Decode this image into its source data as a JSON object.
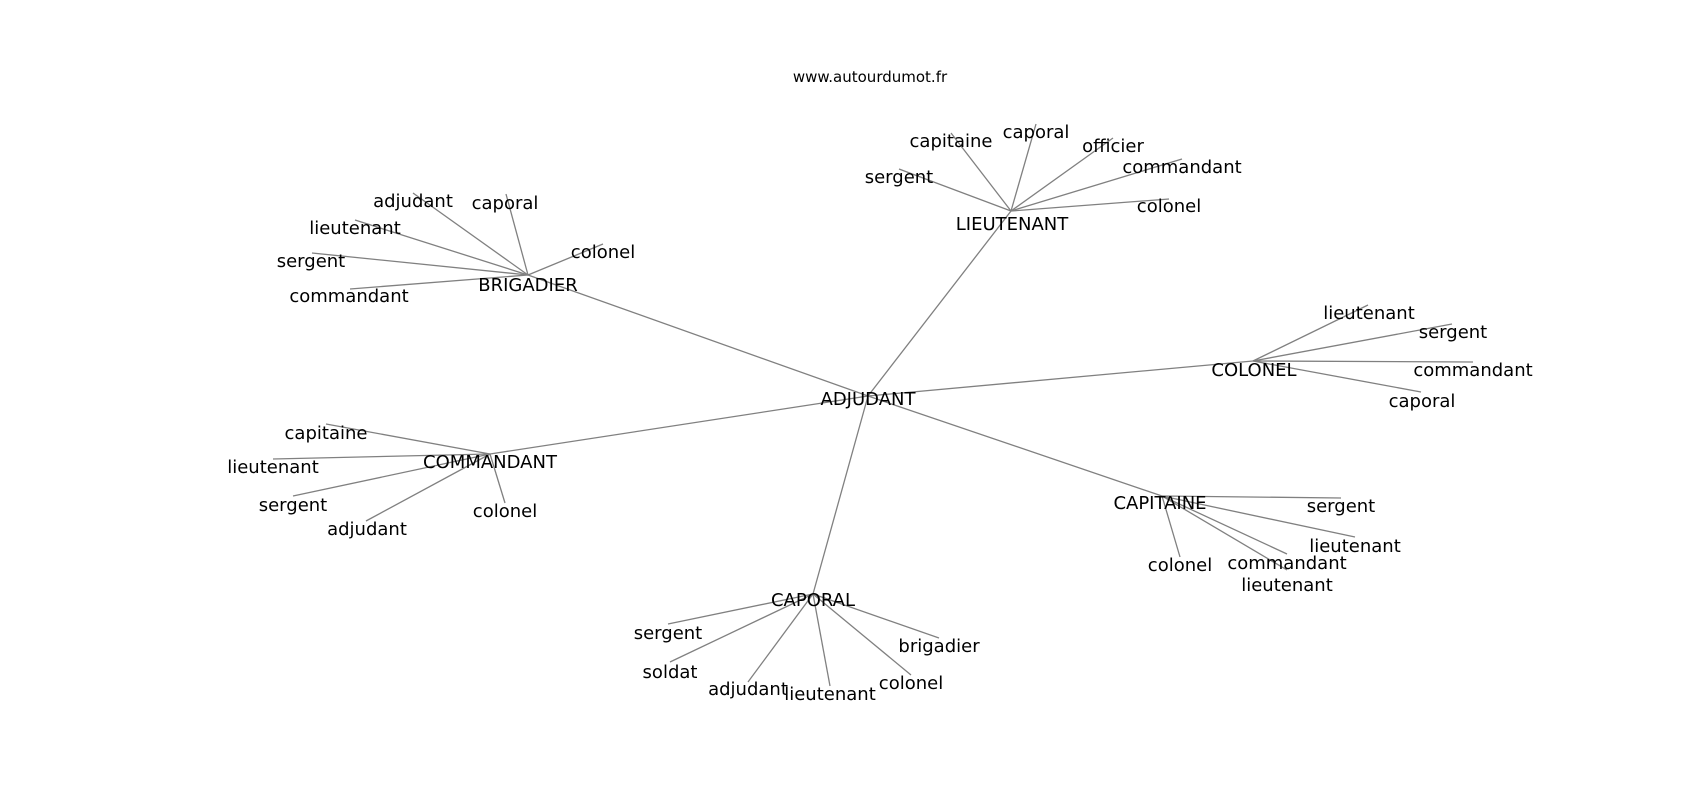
{
  "site": "www.autourdumot.fr",
  "center": "ADJUDANT",
  "hubs": [
    {
      "key": "brigadier",
      "label": "BRIGADIER",
      "leaves": [
        "adjudant",
        "caporal",
        "colonel",
        "lieutenant",
        "sergent",
        "commandant"
      ]
    },
    {
      "key": "lieutenant",
      "label": "LIEUTENANT",
      "leaves": [
        "capitaine",
        "caporal",
        "officier",
        "commandant",
        "sergent",
        "colonel"
      ]
    },
    {
      "key": "colonel",
      "label": "COLONEL",
      "leaves": [
        "lieutenant",
        "sergent",
        "commandant",
        "caporal"
      ]
    },
    {
      "key": "commandant",
      "label": "COMMANDANT",
      "leaves": [
        "capitaine",
        "lieutenant",
        "sergent",
        "adjudant",
        "colonel"
      ]
    },
    {
      "key": "capitaine",
      "label": "CAPITAINE",
      "leaves": [
        "sergent",
        "lieutenant",
        "commandant",
        "lieutenant",
        "colonel"
      ]
    },
    {
      "key": "caporal",
      "label": "CAPORAL",
      "leaves": [
        "sergent",
        "soldat",
        "adjudant",
        "lieutenant",
        "colonel",
        "brigadier"
      ]
    }
  ],
  "colors": {
    "edge": "#808080",
    "text": "#000000",
    "background": "#ffffff"
  }
}
